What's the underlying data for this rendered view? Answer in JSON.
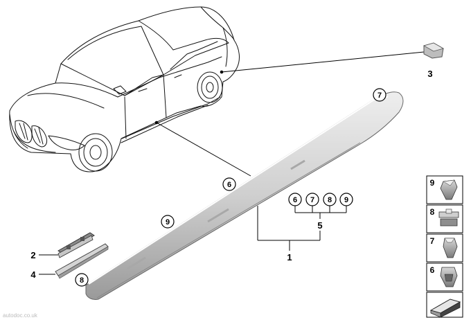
{
  "labels": {
    "p1": "1",
    "p2": "2",
    "p3": "3",
    "p4": "4",
    "p5": "5"
  },
  "callouts": {
    "c7_top": "7",
    "c6_main": "6",
    "c9_main": "9",
    "c8_main": "8",
    "c6_group": "6",
    "c7_group": "7",
    "c8_group": "8",
    "c9_group": "9"
  },
  "side_panel": {
    "t9": "9",
    "t8": "8",
    "t7": "7",
    "t6": "6"
  },
  "watermark": "autodoc.co.uk"
}
